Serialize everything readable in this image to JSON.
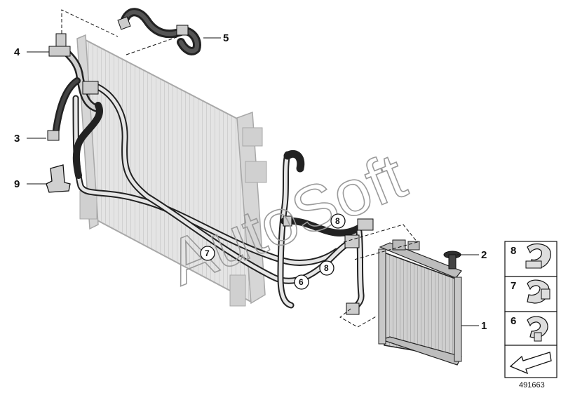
{
  "callouts": [
    {
      "id": "1",
      "label": "1"
    },
    {
      "id": "2",
      "label": "2"
    },
    {
      "id": "3",
      "label": "3"
    },
    {
      "id": "4",
      "label": "4"
    },
    {
      "id": "5",
      "label": "5"
    },
    {
      "id": "9",
      "label": "9"
    }
  ],
  "circled_callouts": [
    {
      "id": "6a",
      "label": "6"
    },
    {
      "id": "7a",
      "label": "7"
    },
    {
      "id": "8a",
      "label": "8"
    },
    {
      "id": "8b",
      "label": "8"
    }
  ],
  "legend": {
    "items": [
      {
        "label": "8",
        "part": "clip-8"
      },
      {
        "label": "7",
        "part": "clip-7"
      },
      {
        "label": "6",
        "part": "clip-6"
      }
    ],
    "arrow_icon": "direction-arrow-icon"
  },
  "watermark": "AutoSoft",
  "document_number": "491663",
  "colors": {
    "line": "#1a1a1a",
    "part_fill": "#d9d9d9",
    "hose": "#2a2a2a"
  }
}
